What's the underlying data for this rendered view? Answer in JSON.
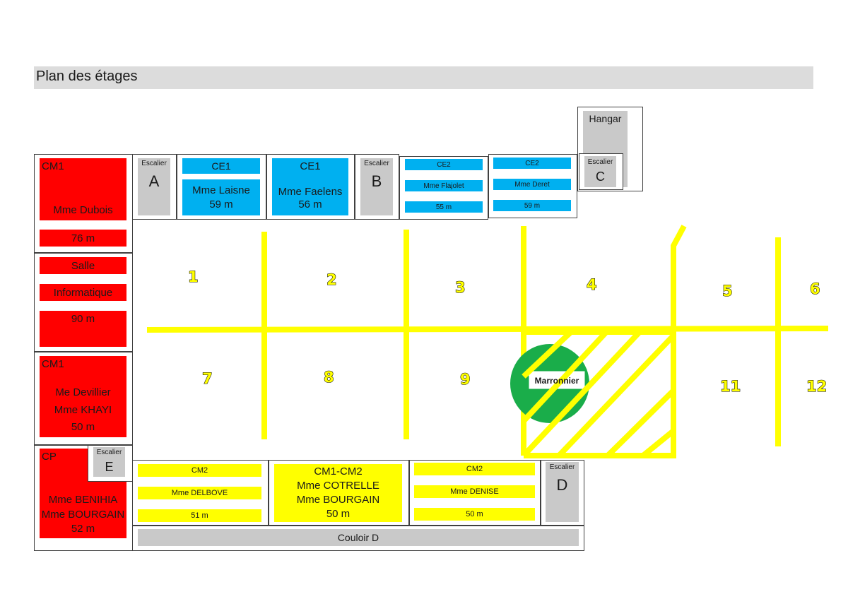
{
  "title": "Plan des étages",
  "hangar": "Hangar",
  "stairs": {
    "a": {
      "label": "Escalier",
      "letter": "A"
    },
    "b": {
      "label": "Escalier",
      "letter": "B"
    },
    "c": {
      "label": "Escalier",
      "letter": "C"
    },
    "d": {
      "label": "Escalier",
      "letter": "D"
    },
    "e": {
      "label": "Escalier",
      "letter": "E"
    }
  },
  "left_rooms": {
    "cm1_dubois": {
      "class": "CM1",
      "teacher": "Mme Dubois",
      "area": "76 m"
    },
    "salle_info": {
      "line1": "Salle",
      "line2": "Informatique",
      "area": "90 m"
    },
    "cm1_devillier": {
      "class": "CM1",
      "teacher1": "Me Devillier",
      "teacher2": "Mme KHAYI",
      "area": "50 m"
    },
    "cp": {
      "class": "CP",
      "teacher1": "Mme BENIHIA",
      "teacher2": "Mme BOURGAIN",
      "area": "52 m"
    }
  },
  "top_rooms": {
    "ce1_laisne": {
      "class": "CE1",
      "teacher": "Mme Laisne",
      "area": "59 m"
    },
    "ce1_faelens": {
      "class": "CE1",
      "teacher": "Mme Faelens",
      "area": "56 m"
    },
    "ce2_flajolet": {
      "class": "CE2",
      "teacher": "Mme Flajolet",
      "area": "55 m"
    },
    "ce2_deret": {
      "class": "CE2",
      "teacher": "Mme Deret",
      "area": "59 m"
    }
  },
  "bottom_rooms": {
    "cm2_delbove": {
      "class": "CM2",
      "teacher": "Mme DELBOVE",
      "area": "51 m"
    },
    "cm1cm2": {
      "class": "CM1-CM2",
      "teacher1": "Mme COTRELLE",
      "teacher2": "Mme BOURGAIN",
      "area": "50 m"
    },
    "cm2_denise": {
      "class": "CM2",
      "teacher": "Mme DENISE",
      "area": "50 m"
    }
  },
  "corridor": "Couloir D",
  "tree_label": "Marronnier",
  "zones": [
    "1",
    "2",
    "3",
    "4",
    "5",
    "6",
    "7",
    "8",
    "9",
    "11",
    "12"
  ],
  "colors": {
    "red": "#ff0000",
    "blue": "#00b0f0",
    "yellow": "#ffff00",
    "gray": "#c9c9c9",
    "green": "#1aad4a"
  }
}
